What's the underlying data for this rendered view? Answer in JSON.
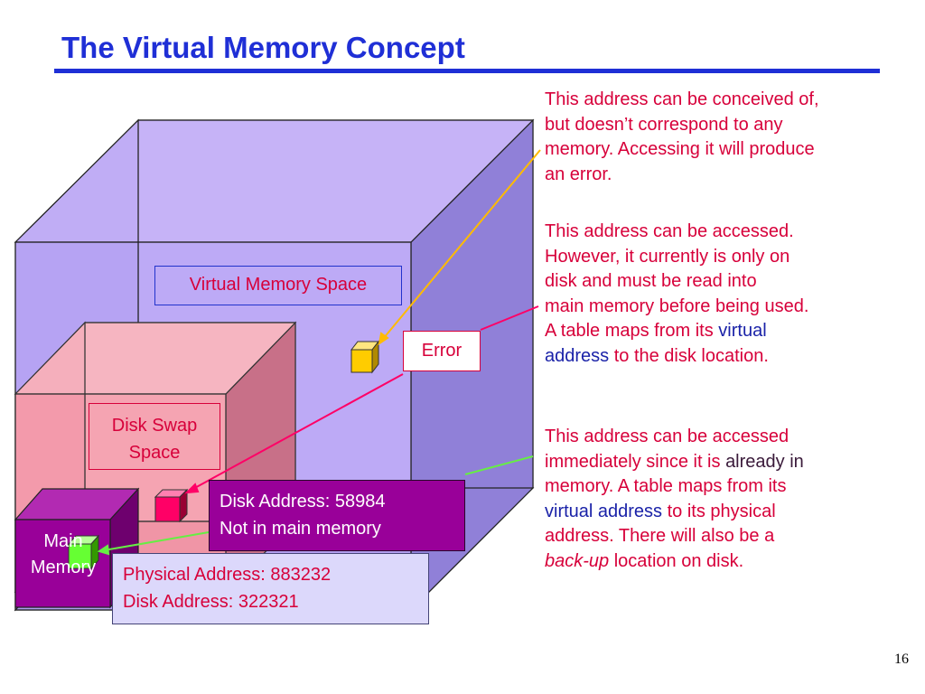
{
  "title": "The Virtual Memory Concept",
  "labels": {
    "virtual_memory": "Virtual Memory Space",
    "error": "Error",
    "disk_swap": [
      "Disk Swap",
      "Space"
    ],
    "main_memory": [
      "Main",
      "Memory"
    ]
  },
  "disk_info": {
    "line1": "Disk Address: 58984",
    "line2": "Not in main memory"
  },
  "physical_info": {
    "line1": "Physical Address: 883232",
    "line2": "Disk Address: 322321"
  },
  "notes": {
    "error_note": {
      "lines": [
        "This address can be conceived of,",
        "but doesn’t correspond to any",
        "memory.  Accessing it will produce",
        "an error."
      ]
    },
    "disk_note": {
      "line1": "This address can be accessed.",
      "line2": "However, it currently is only on",
      "line3": "disk and must be read into",
      "line4": "main memory before being used.",
      "line5_pre": "A table maps from its ",
      "line5_blue": "virtual",
      "line6_blue": "address",
      "line6_post": " to the disk location."
    },
    "memory_note": {
      "line1": "This address can be accessed",
      "line2_pre": "immediately since it is ",
      "line2_dark": "already in",
      "line3": "memory.  A table maps from its",
      "line4_blue": "virtual address",
      "line4_post": " to its physical",
      "line5": "address.  There will also be a",
      "line6_italic": "back-up",
      "line6_post": " location on disk."
    }
  },
  "page_number": "16",
  "colors": {
    "title": "#1f2fd6",
    "note_text": "#d7003a",
    "virtual_cube": "#b3a3f3",
    "swap_cube": "#f5a0b0",
    "main_memory_cube": "#990099",
    "error_cube": "#ffcc00",
    "disk_cube": "#ff0066",
    "memory_cube": "#66ff33"
  }
}
